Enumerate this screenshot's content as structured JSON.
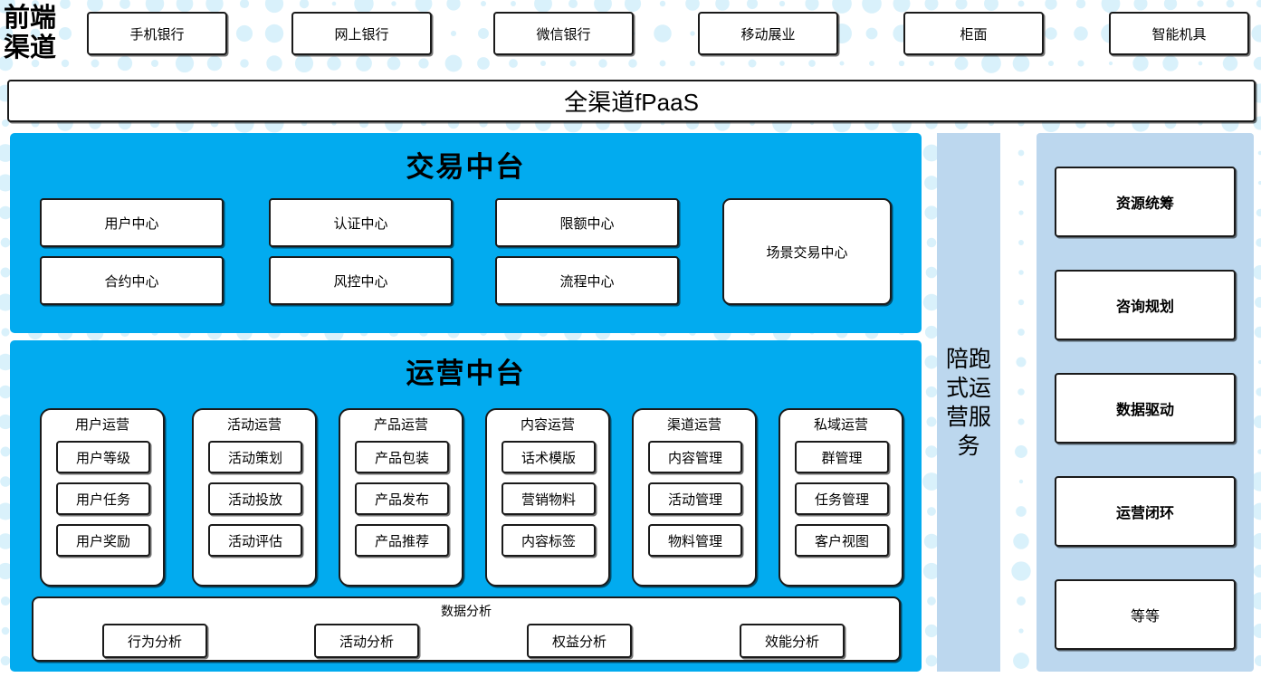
{
  "colors": {
    "cyan_panel": "#02ABEF",
    "light_blue_panel": "#BCD7EE",
    "box_border": "#1a1a1a",
    "box_fill": "#ffffff",
    "dot": "#D9F1FB"
  },
  "front_channel": {
    "label": "前端\n渠道",
    "label_line1": "前端",
    "label_line2": "渠道",
    "items": [
      {
        "label": "手机银行"
      },
      {
        "label": "网上银行"
      },
      {
        "label": "微信银行"
      },
      {
        "label": "移动展业"
      },
      {
        "label": "柜面"
      },
      {
        "label": "智能机具"
      }
    ]
  },
  "fpaas_bar": {
    "label": "全渠道fPaaS"
  },
  "trade_platform": {
    "title": "交易中台",
    "boxes": [
      {
        "label": "用户中心"
      },
      {
        "label": "认证中心"
      },
      {
        "label": "限额中心"
      },
      {
        "label": "合约中心"
      },
      {
        "label": "风控中心"
      },
      {
        "label": "流程中心"
      },
      {
        "label": "场景交易中心"
      }
    ]
  },
  "ops_platform": {
    "title": "运营中台",
    "columns": [
      {
        "title": "用户运营",
        "items": [
          "用户等级",
          "用户任务",
          "用户奖励"
        ]
      },
      {
        "title": "活动运营",
        "items": [
          "活动策划",
          "活动投放",
          "活动评估"
        ]
      },
      {
        "title": "产品运营",
        "items": [
          "产品包装",
          "产品发布",
          "产品推荐"
        ]
      },
      {
        "title": "内容运营",
        "items": [
          "话术模版",
          "营销物料",
          "内容标签"
        ]
      },
      {
        "title": "渠道运营",
        "items": [
          "内容管理",
          "活动管理",
          "物料管理"
        ]
      },
      {
        "title": "私域运营",
        "items": [
          "群管理",
          "任务管理",
          "客户视图"
        ]
      }
    ],
    "analysis": {
      "title": "数据分析",
      "items": [
        "行为分析",
        "活动分析",
        "权益分析",
        "效能分析"
      ]
    }
  },
  "service_column": {
    "label": "陪跑式运营服务"
  },
  "capability_column": {
    "boxes": [
      {
        "label": "资源统筹",
        "bold": true
      },
      {
        "label": "咨询规划",
        "bold": true
      },
      {
        "label": "数据驱动",
        "bold": true
      },
      {
        "label": "运营闭环",
        "bold": true
      },
      {
        "label": "等等",
        "bold": false
      }
    ]
  }
}
